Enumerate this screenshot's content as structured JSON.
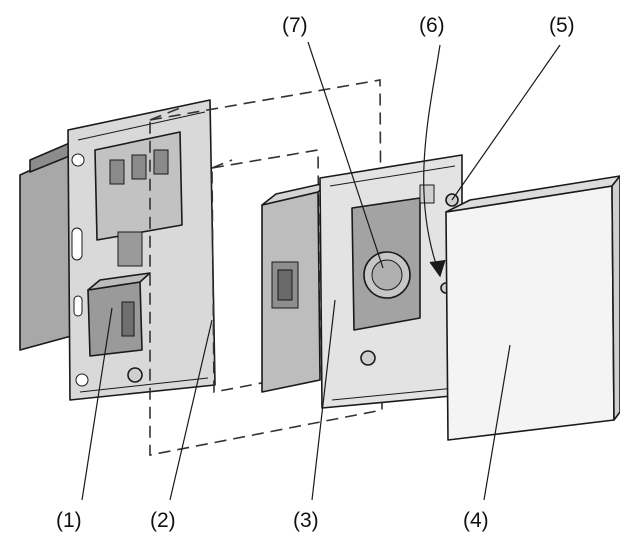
{
  "labels": {
    "l1": "(1)",
    "l2": "(2)",
    "l3": "(3)",
    "l4": "(4)",
    "l5": "(5)",
    "l6": "(6)",
    "l7": "(7)"
  },
  "colors": {
    "metal": "#d6d6d6",
    "metal_dark": "#b3b3b3",
    "block": "#9e9e9e",
    "block_dark": "#7a7a7a",
    "panel": "#ececec",
    "cover": "#f4f4f4",
    "stroke": "#1a1a1a"
  }
}
